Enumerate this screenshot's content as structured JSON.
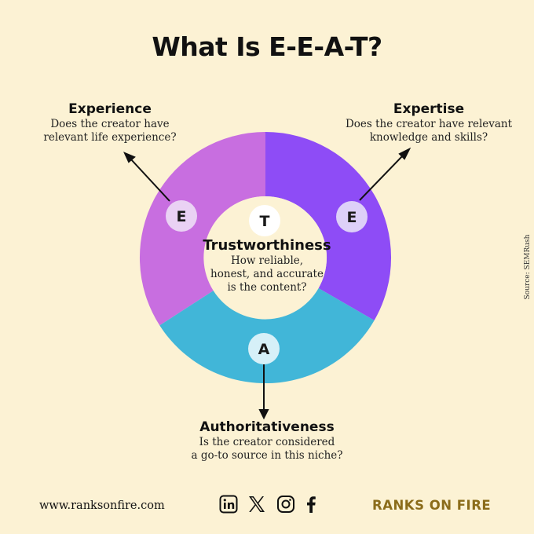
{
  "title": "What Is E-E-A-T?",
  "experience": {
    "letter": "E",
    "title": "Experience",
    "desc_line1": "Does the creator have",
    "desc_line2": "relevant life experience?",
    "color": "#c86ee0"
  },
  "expertise": {
    "letter": "E",
    "title": "Expertise",
    "desc_line1": "Does the creator have relevant",
    "desc_line2": "knowledge and skills?",
    "color": "#8e4cf6"
  },
  "authoritativeness": {
    "letter": "A",
    "title": "Authoritativeness",
    "desc_line1": "Is the creator considered",
    "desc_line2": "a go-to source in this niche?",
    "color": "#41b6d8"
  },
  "trustworthiness": {
    "letter": "T",
    "title": "Trustworthiness",
    "desc_line1": "How reliable,",
    "desc_line2": "honest, and accurate",
    "desc_line3": "is the content?"
  },
  "source": "Source: SEMRush",
  "footer": {
    "website": "www.ranksonfire.com",
    "brand": "RANKS ON FIRE",
    "social_icons": [
      "linkedin-icon",
      "x-icon",
      "instagram-icon",
      "facebook-icon"
    ]
  }
}
